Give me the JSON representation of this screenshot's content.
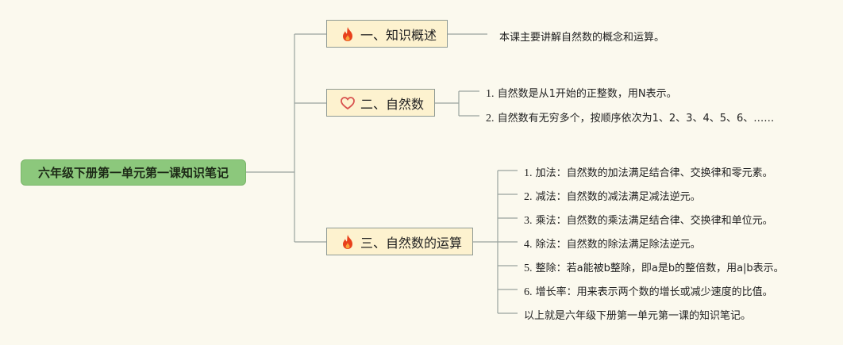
{
  "root": {
    "title": "六年级下册第一单元第一课知识笔记"
  },
  "branches": [
    {
      "label": "一、知识概述",
      "icon": "fire-icon",
      "items": [
        {
          "num": "",
          "text": "本课主要讲解自然数的概念和运算。"
        }
      ]
    },
    {
      "label": "二、自然数",
      "icon": "heart-outline-icon",
      "items": [
        {
          "num": "1.",
          "text": "自然数是从1开始的正整数，用N表示。"
        },
        {
          "num": "2.",
          "text": "自然数有无穷多个，按顺序依次为1、2、3、4、5、6、……"
        }
      ]
    },
    {
      "label": "三、自然数的运算",
      "icon": "fire-icon",
      "items": [
        {
          "num": "1.",
          "text": "加法：自然数的加法满足结合律、交换律和零元素。"
        },
        {
          "num": "2.",
          "text": "减法：自然数的减法满足减法逆元。"
        },
        {
          "num": "3.",
          "text": "乘法：自然数的乘法满足结合律、交换律和单位元。"
        },
        {
          "num": "4.",
          "text": "除法：自然数的除法满足除法逆元。"
        },
        {
          "num": "5.",
          "text": "整除：若a能被b整除，即a是b的整倍数，用a|b表示。"
        },
        {
          "num": "6.",
          "text": "增长率：用来表示两个数的增长或减少速度的比值。"
        },
        {
          "num": "",
          "text": "以上就是六年级下册第一单元第一课的知识笔记。"
        }
      ]
    }
  ],
  "colors": {
    "background": "#fbf9ee",
    "root_fill": "#8cc87c",
    "branch_fill": "#fdf2cf",
    "branch_border": "#8f9a94",
    "connector": "#9aa39e",
    "fire": "#e8401c",
    "heart": "#d9534f"
  }
}
